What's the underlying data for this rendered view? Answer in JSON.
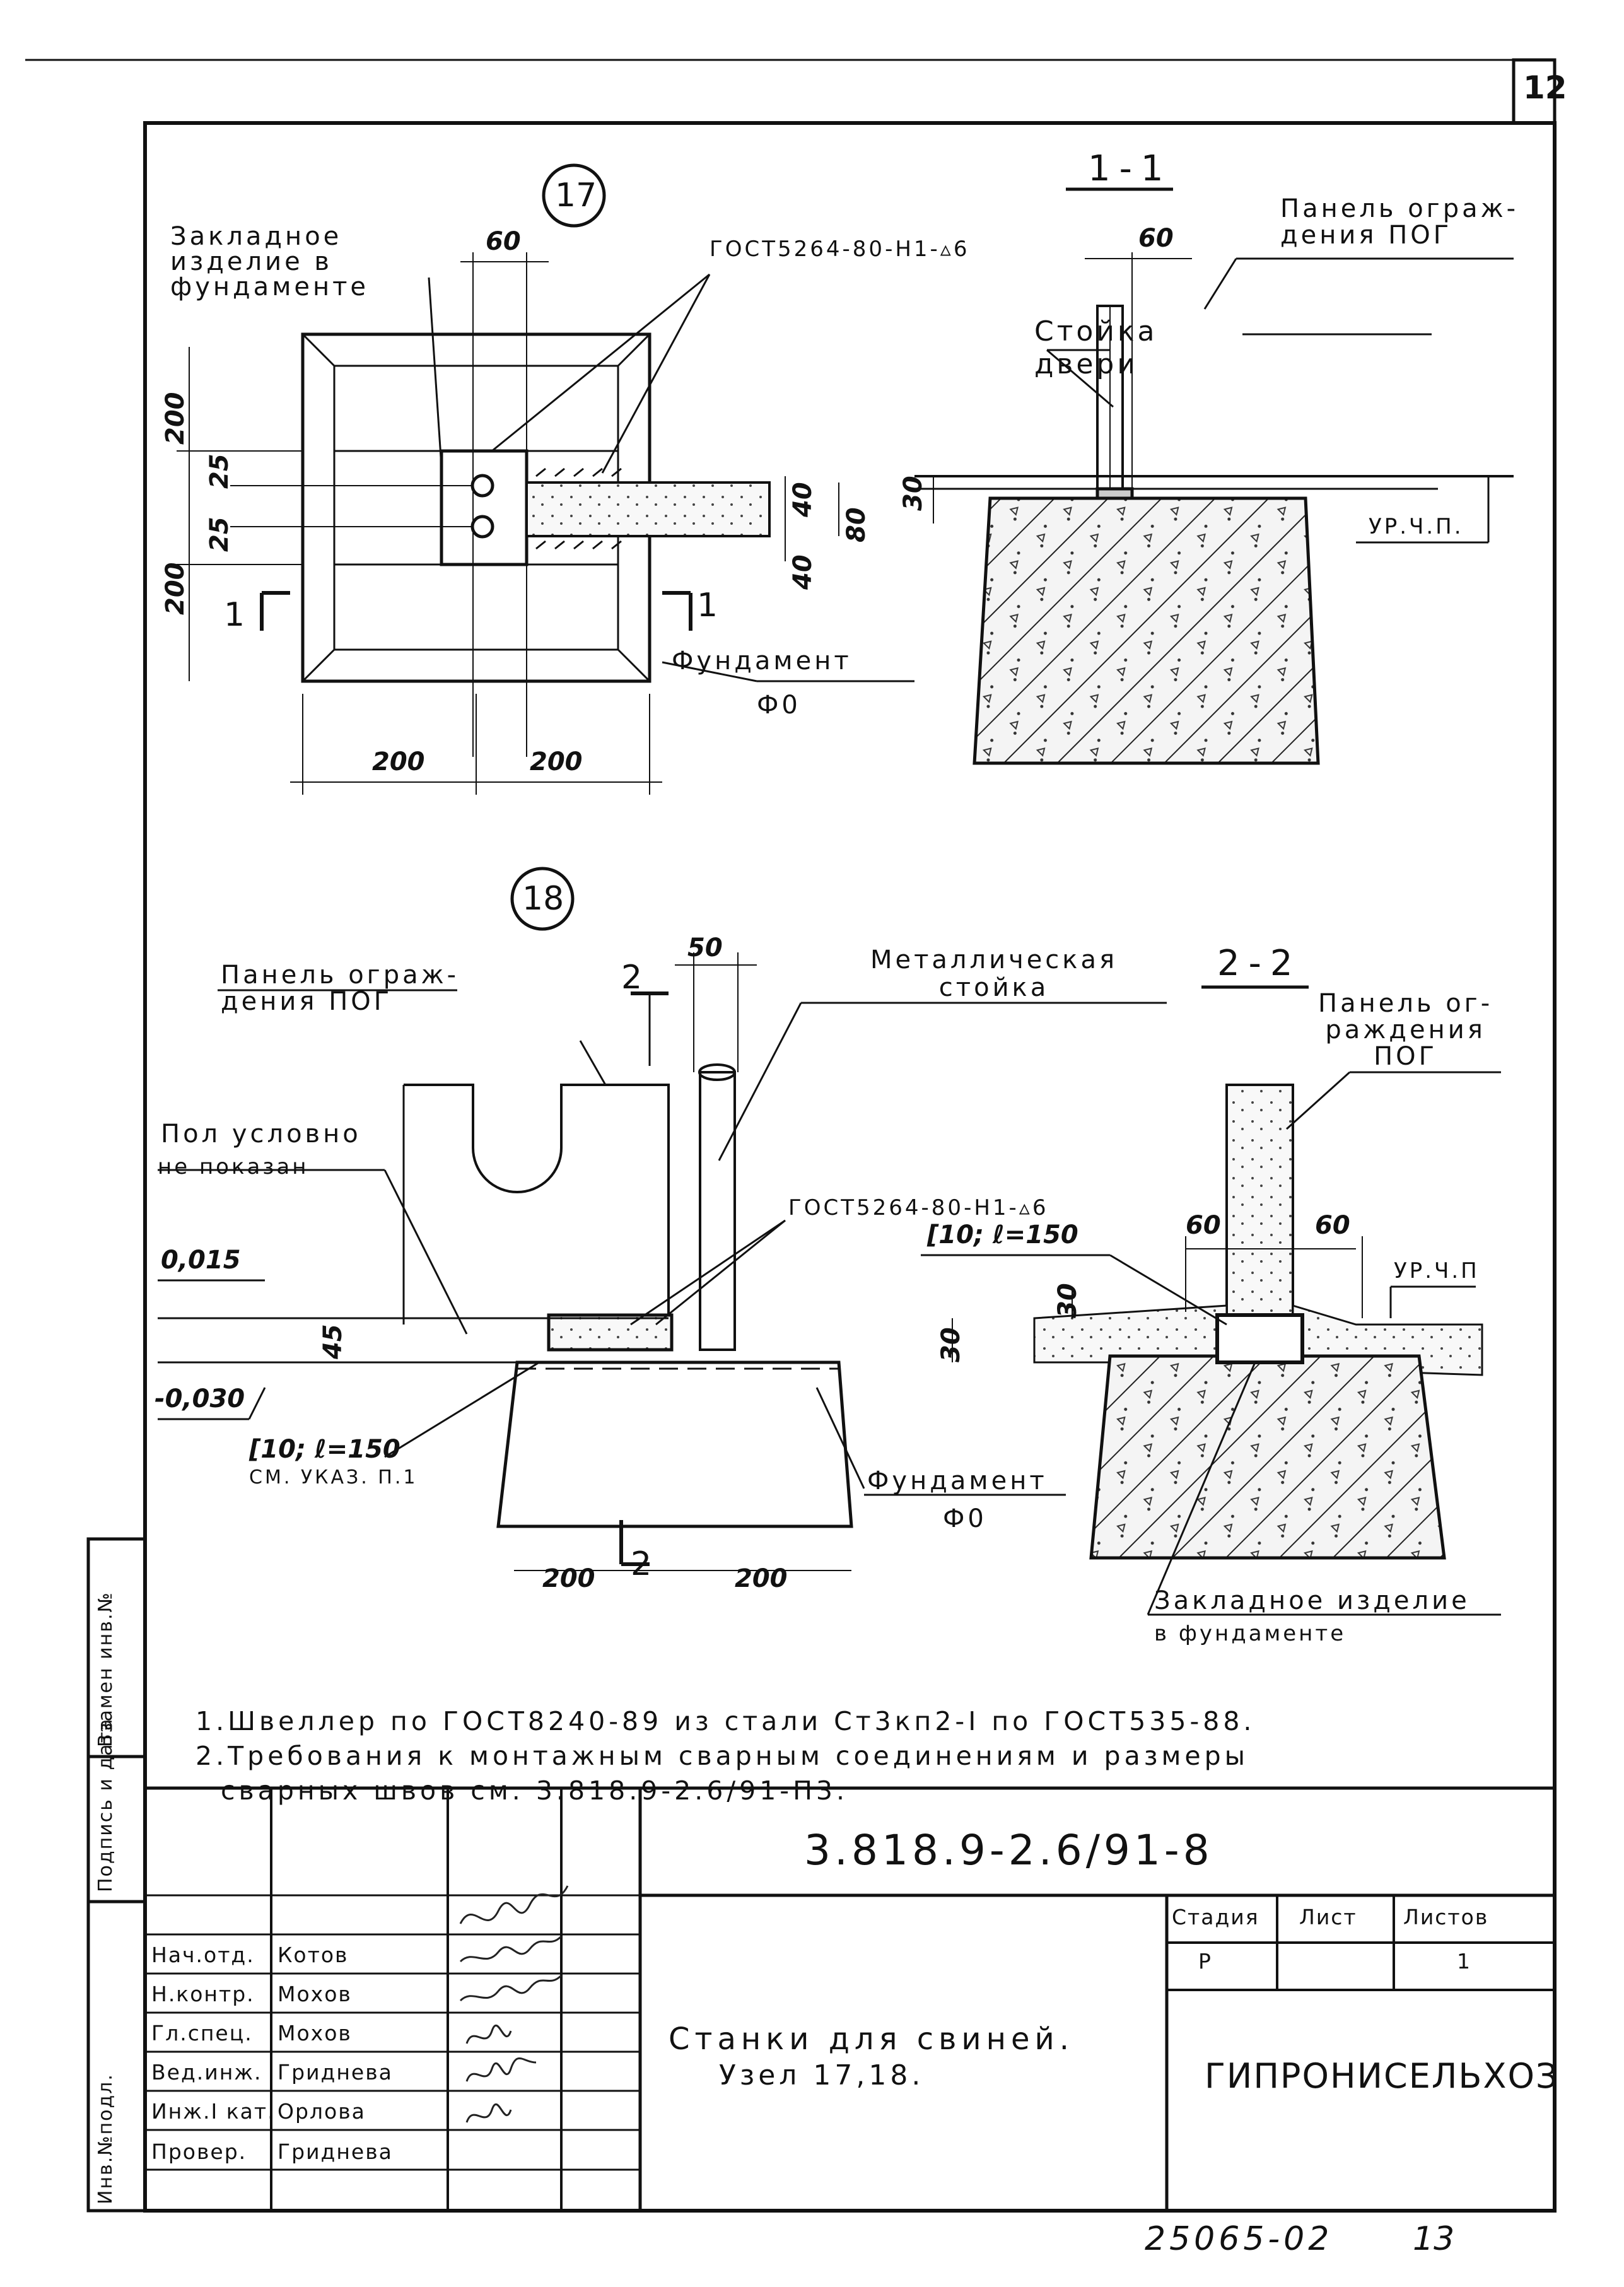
{
  "sheet_number": "12",
  "detail_17": {
    "number": "17",
    "embedded_label": "Закладное\nизделие в\nфундаменте",
    "weld_ref": "ГОСТ5264-80-Н1-▵6",
    "foundation_label": "Фундамент",
    "foundation_code": "Ф0",
    "dims": {
      "top": "60",
      "h1": "200",
      "h2": "25",
      "h3": "25",
      "h4": "200",
      "w1": "200",
      "w2": "200",
      "r1": "40",
      "r2": "80",
      "r3": "40"
    },
    "section_mark": "1"
  },
  "section_1_1": {
    "title": "1-1",
    "panel_label": "Панель ограж-\nдения ПОГ",
    "post_label": "Стойка\nдвери",
    "level_label": "УР.Ч.П.",
    "dims": {
      "top": "60",
      "left": "30"
    }
  },
  "detail_18": {
    "number": "18",
    "panel_label": "Панель ограж-\nдения ПОГ",
    "floor_label_1": "Пол условно",
    "floor_label_2": "не показан",
    "metal_post_label": "Металлическая\nстойка",
    "weld_ref": "ГОСТ5264-80-Н1-▵6",
    "level_top": "0,015",
    "level_bottom": "-0,030",
    "channel_label": "[10; ℓ=150",
    "channel_ref": "СМ. УКАЗ. П.1",
    "foundation_label": "Фундамент",
    "foundation_code": "Ф0",
    "section_mark": "2",
    "dims": {
      "top": "50",
      "h": "45",
      "w1": "200",
      "w2": "200"
    }
  },
  "section_2_2": {
    "title": "2-2",
    "panel_label": "Панель ог-\nраждения\nПОГ",
    "channel_label": "[10; ℓ=150",
    "level_label": "УР.Ч.П",
    "embedded_label_1": "Закладное изделие",
    "embedded_label_2": "в фундаменте",
    "dims": {
      "a": "60",
      "b": "60",
      "c": "30",
      "d": "30"
    }
  },
  "notes": [
    "1.Швеллер по ГОСТ8240-89 из стали Ст3кп2-I по ГОСТ535-88.",
    "2.Требования к монтажным сварным соединениям и размеры",
    "сварных швов см. 3.818.9-2.6/91-П3."
  ],
  "side_stamp": [
    "Взамен инв.№",
    "Подпись и дата",
    "Инв.№подл."
  ],
  "title_block": {
    "code": "3.818.9-2.6/91-8",
    "title_line1": "Станки для свиней.",
    "title_line2": "Узел 17,18.",
    "stage_header": "Стадия",
    "sheet_header": "Лист",
    "sheets_header": "Листов",
    "stage": "Р",
    "sheets": "1",
    "org": "ГИПРОНИСЕЛЬХОЗ",
    "staff": [
      {
        "role": "Нач.отд.",
        "name": "Котов"
      },
      {
        "role": "Н.контр.",
        "name": "Мохов"
      },
      {
        "role": "Гл.спец.",
        "name": "Мохов"
      },
      {
        "role": "Вед.инж.",
        "name": "Гриднева"
      },
      {
        "role": "Инж.I кат.",
        "name": "Орлова"
      },
      {
        "role": "Провер.",
        "name": "Гриднева"
      }
    ]
  },
  "archive_number": "25065-02",
  "archive_page": "13"
}
